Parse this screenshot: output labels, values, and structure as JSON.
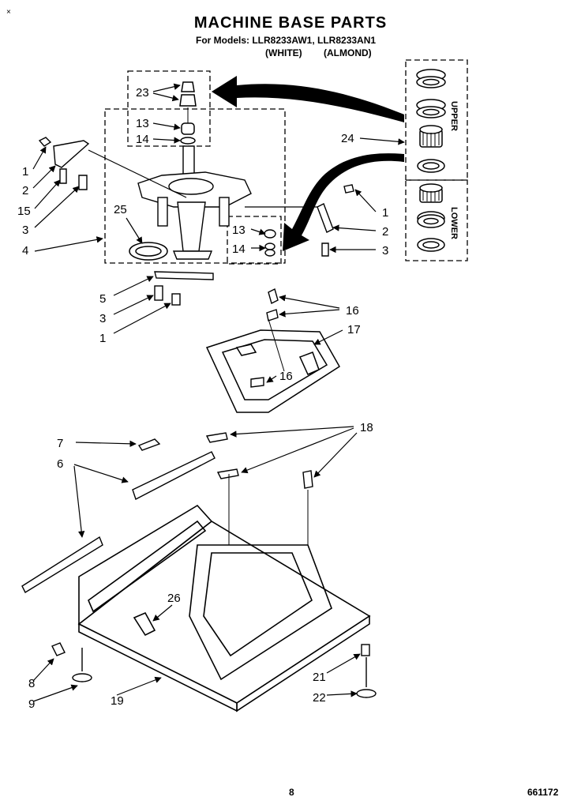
{
  "header": {
    "title": "MACHINE BASE PARTS",
    "models": "For Models: LLR8233AW1, LLR8233AN1",
    "variant_white": "(WHITE)",
    "variant_almond": "(ALMOND)"
  },
  "footer": {
    "page_number": "8",
    "document_id": "661172"
  },
  "corner_mark": "×",
  "group_labels": {
    "upper": "UPPER",
    "lower": "LOWER"
  },
  "callouts": {
    "c1a": "1",
    "c2a": "2",
    "c15": "15",
    "c3a": "3",
    "c4": "4",
    "c23": "23",
    "c13a": "13",
    "c14a": "14",
    "c25": "25",
    "c24": "24",
    "c1b": "1",
    "c2b": "2",
    "c3b": "3",
    "c13b": "13",
    "c14b": "14",
    "c5": "5",
    "c3c": "3",
    "c1c": "1",
    "c16a": "16",
    "c17": "17",
    "c16b": "16",
    "c7": "7",
    "c6": "6",
    "c18": "18",
    "c26": "26",
    "c8": "8",
    "c9": "9",
    "c19": "19",
    "c21": "21",
    "c22": "22"
  }
}
